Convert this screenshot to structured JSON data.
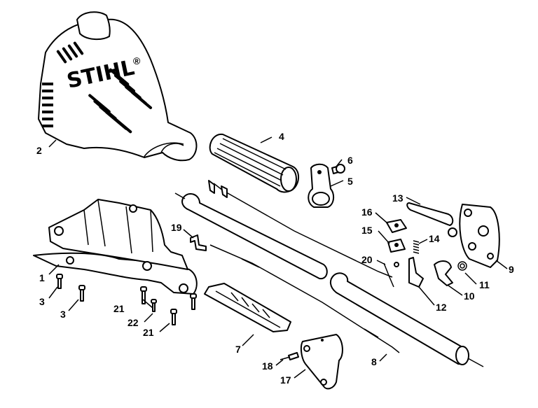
{
  "brand": {
    "logo_text": "STIHL",
    "registered_mark": "®"
  },
  "parts": [
    {
      "id": "1",
      "label": "1"
    },
    {
      "id": "2",
      "label": "2"
    },
    {
      "id": "3a",
      "label": "3"
    },
    {
      "id": "3b",
      "label": "3"
    },
    {
      "id": "4",
      "label": "4"
    },
    {
      "id": "5",
      "label": "5"
    },
    {
      "id": "6",
      "label": "6"
    },
    {
      "id": "7",
      "label": "7"
    },
    {
      "id": "8",
      "label": "8"
    },
    {
      "id": "9",
      "label": "9"
    },
    {
      "id": "10",
      "label": "10"
    },
    {
      "id": "11",
      "label": "11"
    },
    {
      "id": "12",
      "label": "12"
    },
    {
      "id": "13",
      "label": "13"
    },
    {
      "id": "14",
      "label": "14"
    },
    {
      "id": "15",
      "label": "15"
    },
    {
      "id": "16",
      "label": "16"
    },
    {
      "id": "17",
      "label": "17"
    },
    {
      "id": "18",
      "label": "18"
    },
    {
      "id": "19",
      "label": "19"
    },
    {
      "id": "20",
      "label": "20"
    },
    {
      "id": "21a",
      "label": "21"
    },
    {
      "id": "21b",
      "label": "21"
    },
    {
      "id": "22",
      "label": "22"
    }
  ]
}
